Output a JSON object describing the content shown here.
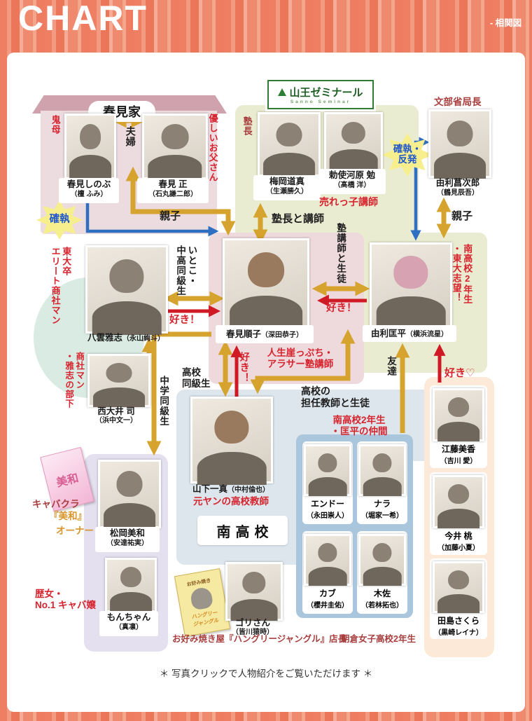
{
  "header": {
    "title": "CHART",
    "tag": "- 相関図"
  },
  "groups": {
    "family": "春見家",
    "seminar_name": "山王ゼミナール",
    "seminar_sub": "Sanno Seminar",
    "school": "南高校"
  },
  "people": {
    "shinobu": {
      "name": "春見しのぶ",
      "actor": "（檀 ふみ）",
      "role": "鬼母"
    },
    "tadashi": {
      "name": "春見 正",
      "actor": "（石丸謙二郎）",
      "role": "優しいお父さん"
    },
    "umeoka": {
      "name": "梅岡道真",
      "actor": "（生瀬勝久）",
      "role": "塾長"
    },
    "teshigawara": {
      "name": "勅使河原 勉",
      "actor": "（髙橋 洋）",
      "role": "売れっ子講師"
    },
    "shojiro": {
      "name": "由利菖次郎",
      "actor": "（鶴見辰吾）",
      "role": "文部省局長"
    },
    "yakumo": {
      "name": "八雲雅志",
      "actor": "（永山絢斗）",
      "role_lines": [
        "東大卒",
        "エリート商社マン"
      ]
    },
    "junko": {
      "name": "春見順子",
      "actor": "（深田恭子）",
      "role_lines": [
        "人生崖っぷち・",
        "アラサー塾講師"
      ]
    },
    "kyohei": {
      "name": "由利匡平",
      "actor": "（横浜流星）",
      "role_lines": [
        "南高校2年生",
        "・東大志望！"
      ]
    },
    "nishioi": {
      "name": "西大井 司",
      "actor": "（浜中文一）",
      "role_lines": [
        "商社マン",
        "・雅志の部下"
      ]
    },
    "yamashita": {
      "name": "山下一真",
      "actor": "（中村倫也）",
      "role": "元ヤンの高校教師"
    },
    "matsuoka": {
      "name": "松岡美和",
      "actor": "（安達祐実）",
      "role_lines": [
        "キャバクラ",
        "『美和』",
        "オーナー"
      ]
    },
    "monchan": {
      "name": "もんちゃん",
      "actor": "（真凛）",
      "role_lines": [
        "歴女・",
        "No.1 キャバ嬢"
      ]
    },
    "endo": {
      "name": "エンドー",
      "actor": "（永田崇人）"
    },
    "nara": {
      "name": "ナラ",
      "actor": "（堀家一希）"
    },
    "kabu": {
      "name": "カブ",
      "actor": "（櫻井圭佑）"
    },
    "kisa": {
      "name": "木佐",
      "actor": "（若林拓也）"
    },
    "eto": {
      "name": "江藤美香",
      "actor": "（吉川 愛）"
    },
    "imai": {
      "name": "今井 桃",
      "actor": "（加藤小夏）"
    },
    "tajima": {
      "name": "田島さくら",
      "actor": "（黒崎レイナ）"
    },
    "gori": {
      "name": "ゴリさん",
      "actor": "（皆川猿時）"
    }
  },
  "relations": {
    "fuufu": "夫婦",
    "oyako": "親子",
    "oyako2": "親子",
    "principal_lecturer": "塾長と講師",
    "tutor_student": "塾講師と生徒",
    "cousin": [
      "いとこ・",
      "中高同級生"
    ],
    "junior_high": "中学同級生",
    "high_school": [
      "高校",
      "同級生"
    ],
    "homeroom": [
      "高校の",
      "担任教師と生徒"
    ],
    "friends": "友達",
    "nakama": [
      "南高校2年生",
      "・匡平の仲間"
    ],
    "suki1": "好き！",
    "suki2": "好き！",
    "suki3": "好き！",
    "suki_heart": "好き♡",
    "kakushitsu": "確執",
    "hanpatsu": [
      "確執・",
      "反発"
    ]
  },
  "notes": {
    "okonomiyaki": "お好み焼き屋『ハングリージャングル』店長",
    "asakura": "朝倉女子高校2年生",
    "footer": "＊ 写真クリックで人物紹介をご覧いただけます ＊"
  },
  "flyers": {
    "miwa": "美和",
    "jungle_top": "お好み焼き",
    "jungle": [
      "ハングリー",
      "ジャングル"
    ]
  },
  "colors": {
    "gold": "#d6a32e",
    "red": "#cf1a26",
    "blue": "#2e6fc2"
  }
}
